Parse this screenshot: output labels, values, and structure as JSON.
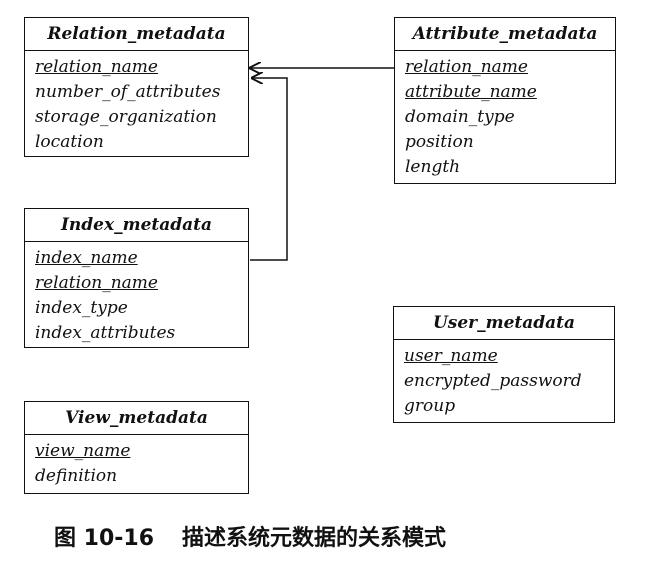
{
  "tables": {
    "relation": {
      "name": "Relation_metadata",
      "attributes": [
        "relation_name",
        "number_of_attributes",
        "storage_organization",
        "location"
      ]
    },
    "attribute": {
      "name": "Attribute_metadata",
      "attributes": [
        "relation_name",
        "attribute_name",
        "domain_type",
        "position",
        "length"
      ]
    },
    "index": {
      "name": "Index_metadata",
      "attributes": [
        "index_name",
        "relation_name",
        "index_type",
        "index_attributes"
      ]
    },
    "user": {
      "name": "User_metadata",
      "attributes": [
        "user_name",
        "encrypted_password",
        "group"
      ]
    },
    "view": {
      "name": "View_metadata",
      "attributes": [
        "view_name",
        "definition"
      ]
    }
  },
  "caption": {
    "number": "图 10-16",
    "text": "描述系统元数据的关系模式"
  }
}
